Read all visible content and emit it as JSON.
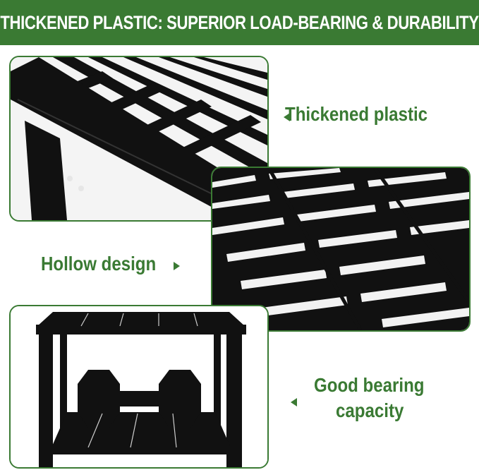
{
  "banner": {
    "title": "THICKENED PLASTIC: SUPERIOR LOAD-BEARING & DURABILITY"
  },
  "features": {
    "thickened": "Thickened plastic",
    "hollow": "Hollow design",
    "bearing_line1": "Good bearing",
    "bearing_line2": "capacity"
  },
  "colors": {
    "accent": "#3a7a33",
    "shelf": "#111111",
    "background": "#ffffff"
  },
  "icons": {
    "pointer_left": "triangle-left-icon",
    "pointer_right": "triangle-right-icon"
  }
}
